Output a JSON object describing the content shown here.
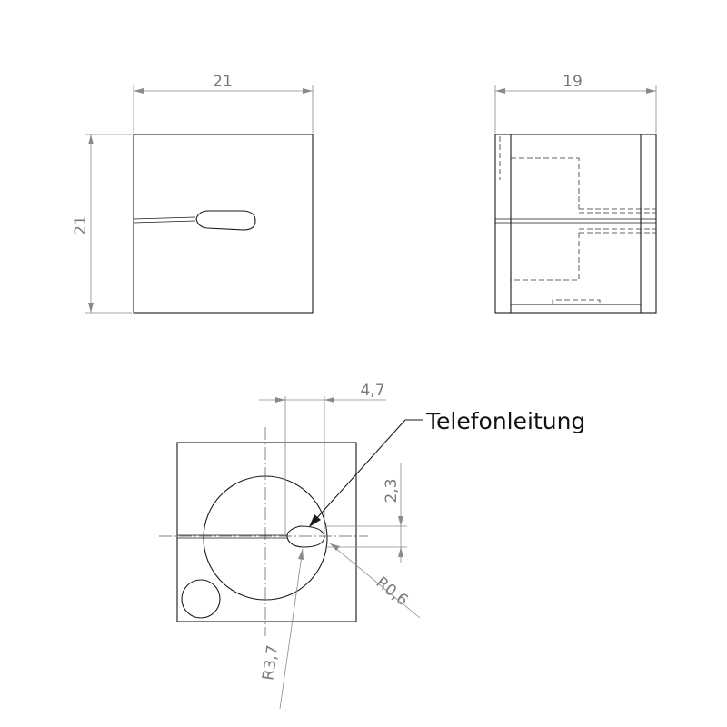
{
  "front_view": {
    "width_dim": "21",
    "height_dim": "21"
  },
  "side_view": {
    "width_dim": "19"
  },
  "section_view": {
    "offset_dim": "4,7",
    "height_dim": "2,3",
    "small_radius_dim": "R0,6",
    "large_radius_dim": "R3,7",
    "cable_label": "Telefonleitung"
  }
}
